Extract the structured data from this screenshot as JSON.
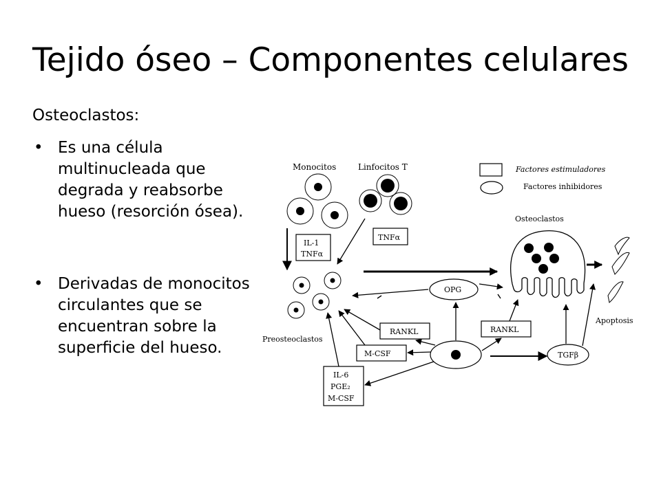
{
  "title": "Tejido óseo – Componentes celulares",
  "intro": "Osteoclastos:",
  "bullets": [
    {
      "mark": "•",
      "text": "Es una célula multinucleada que degrada y reabsorbe hueso (resorción ósea)."
    },
    {
      "mark": "•",
      "text": "Derivadas de monocitos circulantes que se encuentran sobre la superficie del hueso."
    }
  ],
  "diagram": {
    "monocitos": "Monocitos",
    "linfocitos": "Linfocitos T",
    "legend_stim": "Factores estimuladores",
    "legend_inhib": "Factores inhibidores",
    "osteoclastos": "Osteoclastos",
    "il1": "IL-1",
    "tnfa": "TNFα",
    "tnfa2": "TNFα",
    "opg": "OPG",
    "rankl_left": "RANKL",
    "rankl_right": "RANKL",
    "mcsf": "M-CSF",
    "il6": "IL-6",
    "pge2": "PGE₂",
    "mcsf2": "M-CSF",
    "tgfb": "TGFβ",
    "preosteoclastos": "Preosteoclastos",
    "apoptosis": "Apoptosis"
  }
}
